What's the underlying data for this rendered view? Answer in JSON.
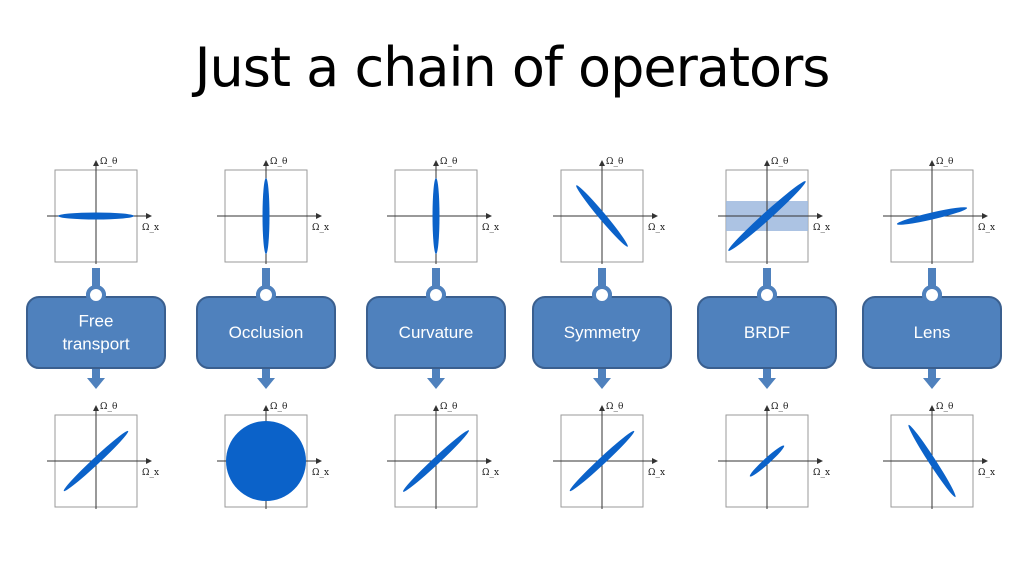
{
  "title": "Just a chain of operators",
  "colors": {
    "ellipse": "#0B62C9",
    "operator_fill": "#4F81BD",
    "operator_stroke": "#3A5F8F",
    "connector": "#4F81BD",
    "band": "#9DB9DE"
  },
  "axis_labels": {
    "vertical": "Ω_θ",
    "horizontal": "Ω_x"
  },
  "operators": [
    {
      "label_lines": [
        "Free",
        "transport"
      ]
    },
    {
      "label_lines": [
        "Occlusion"
      ]
    },
    {
      "label_lines": [
        "Curvature"
      ]
    },
    {
      "label_lines": [
        "Symmetry"
      ]
    },
    {
      "label_lines": [
        "BRDF"
      ]
    },
    {
      "label_lines": [
        "Lens"
      ]
    }
  ]
}
